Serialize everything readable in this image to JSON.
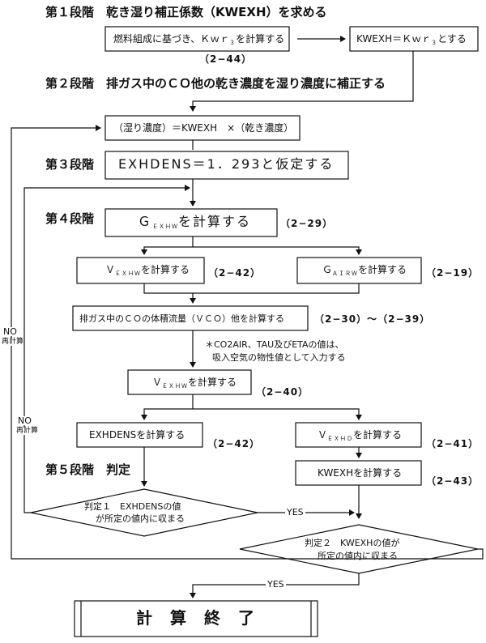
{
  "stages": {
    "s1": "第１段階　乾き湿り補正係数（KWEXH）を求める",
    "s2": "第２段階　排ガス中のＣＯ他の乾き濃度を湿り濃度に補正する",
    "s3": "第３段階",
    "s4": "第４段階",
    "s5": "第５段階　判定"
  },
  "boxes": {
    "fuel_pre": "燃料組成に基づき、Ｋｗｒ",
    "fuel_sub": "３",
    "fuel_post": "を計算する",
    "kwexh_pre": "KWEXH＝Ｋｗｒ",
    "kwexh_sub": "３",
    "kwexh_post": "とする",
    "wet": "（湿り濃度）＝KWEXH　×（乾き濃度）",
    "exhdens_assume": "EXHDENS＝1．293と仮定する",
    "gexhw_main": "Ｇ",
    "gexhw_sub": "ＥＸＨＷ",
    "gexhw_post": "を計算する",
    "vexhw_main": "Ｖ",
    "vexhw_sub": "ＥＸＨＷ",
    "vexhw_post": "を計算する",
    "gairw_main": "Ｇ",
    "gairw_sub": "ＡＩＲＷ",
    "gairw_post": "を計算する",
    "vco": "排ガス中のＣＯの体積流量（ＶＣＯ）他を計算する",
    "vexhw2_main": "Ｖ",
    "vexhw2_sub": "ＥＸＨＷ",
    "vexhw2_post": "を計算する",
    "exhdens_calc": "EXHDENSを計算する",
    "vexhd_main": "Ｖ",
    "vexhd_sub": "ＥＸＨＤ",
    "vexhd_post": "を計算する",
    "kwexh_calc": "KWEXHを計算する",
    "end": "計算終了"
  },
  "refs": {
    "r244": "（2−44）",
    "r229": "（2−29）",
    "r242a": "（2−42）",
    "r219": "（2−19）",
    "r230": "（2−30）〜（2−39）",
    "r240": "（2−40）",
    "r242b": "（2−42）",
    "r241": "（2−41）",
    "r243": "（2−43）"
  },
  "note": {
    "line1": "＊CO2AIR、TAU及びETAの値は、",
    "line2": "吸入空気の物性値として入力する"
  },
  "decisions": {
    "d1_line1": "判定１　EXHDENSの値",
    "d1_line2": "が所定の値内に収まる",
    "d2_line1": "判定２　KWEXHの値が",
    "d2_line2": "所定の値内に収まる"
  },
  "labels": {
    "no": "NO",
    "recalc": "再計算",
    "yes": "YES"
  }
}
